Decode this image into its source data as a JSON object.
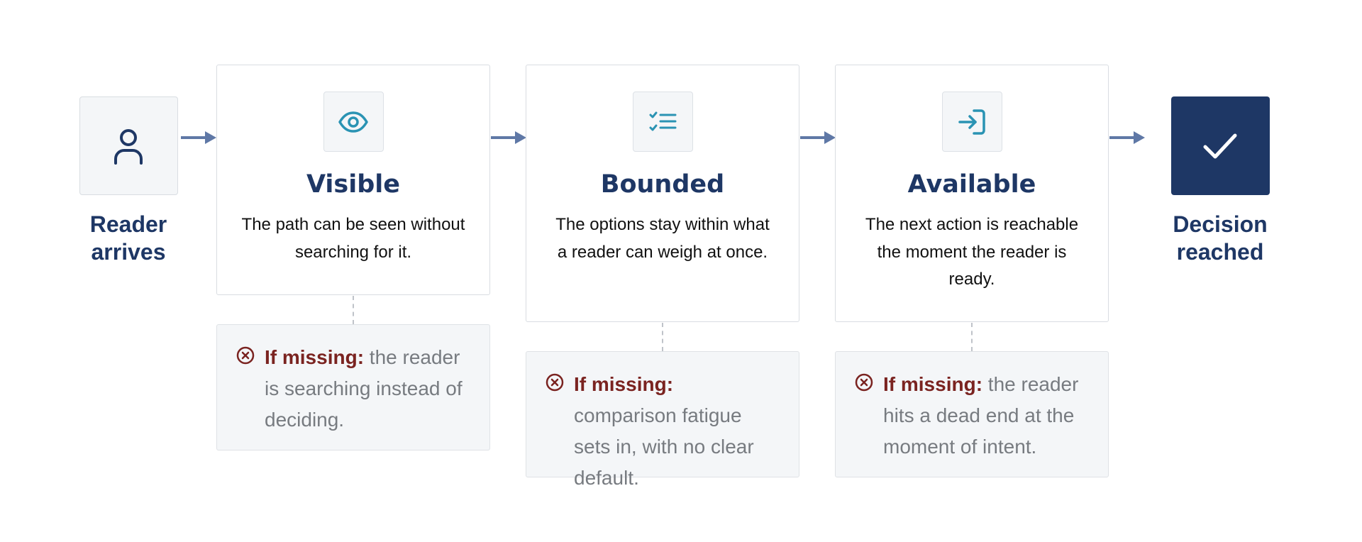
{
  "start": {
    "label_line1": "Reader",
    "label_line2": "arrives",
    "icon": "person-icon"
  },
  "end": {
    "label_line1": "Decision",
    "label_line2": "reached",
    "icon": "check-icon"
  },
  "steps": [
    {
      "title": "Visible",
      "icon": "eye-icon",
      "description": "The path can be seen without searching for it.",
      "missing_lead": "If missing:",
      "missing_text": "the reader is searching instead of deciding."
    },
    {
      "title": "Bounded",
      "icon": "checklist-icon",
      "description": "The options stay within what a reader can weigh at once.",
      "missing_lead": "If missing:",
      "missing_text": "comparison fatigue sets in, with no clear default."
    },
    {
      "title": "Available",
      "icon": "sign-in-icon",
      "description": "The next action is reachable the moment the reader is ready.",
      "missing_lead": "If missing:",
      "missing_text": "the reader hits a dead end at the moment of intent."
    }
  ],
  "colors": {
    "navy": "#1e3765",
    "icon_teal": "#2a93b3",
    "arrow": "#5f78a6",
    "missing_lead": "#7a2320",
    "missing_text": "#777b80",
    "tile_bg": "#f4f6f8"
  }
}
